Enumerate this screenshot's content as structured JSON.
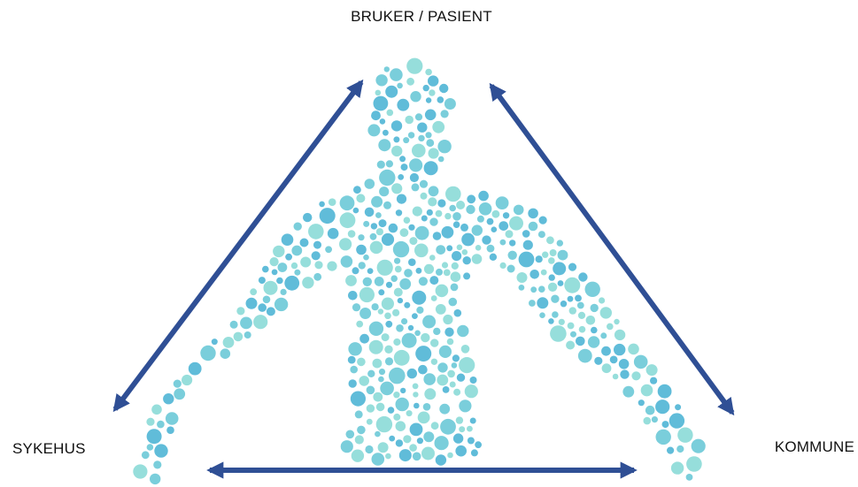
{
  "nodes": {
    "top": "BRUKER / PASIENT",
    "left": "SYKEHUS",
    "right": "KOMMUNE"
  },
  "colors": {
    "arrow": "#2f4f95",
    "dot_light": "#8ddbd8",
    "dot_mid": "#6fcad8",
    "dot_dark": "#52b6d6"
  },
  "figure": {
    "icon": "human-figure-made-of-dots-icon"
  }
}
